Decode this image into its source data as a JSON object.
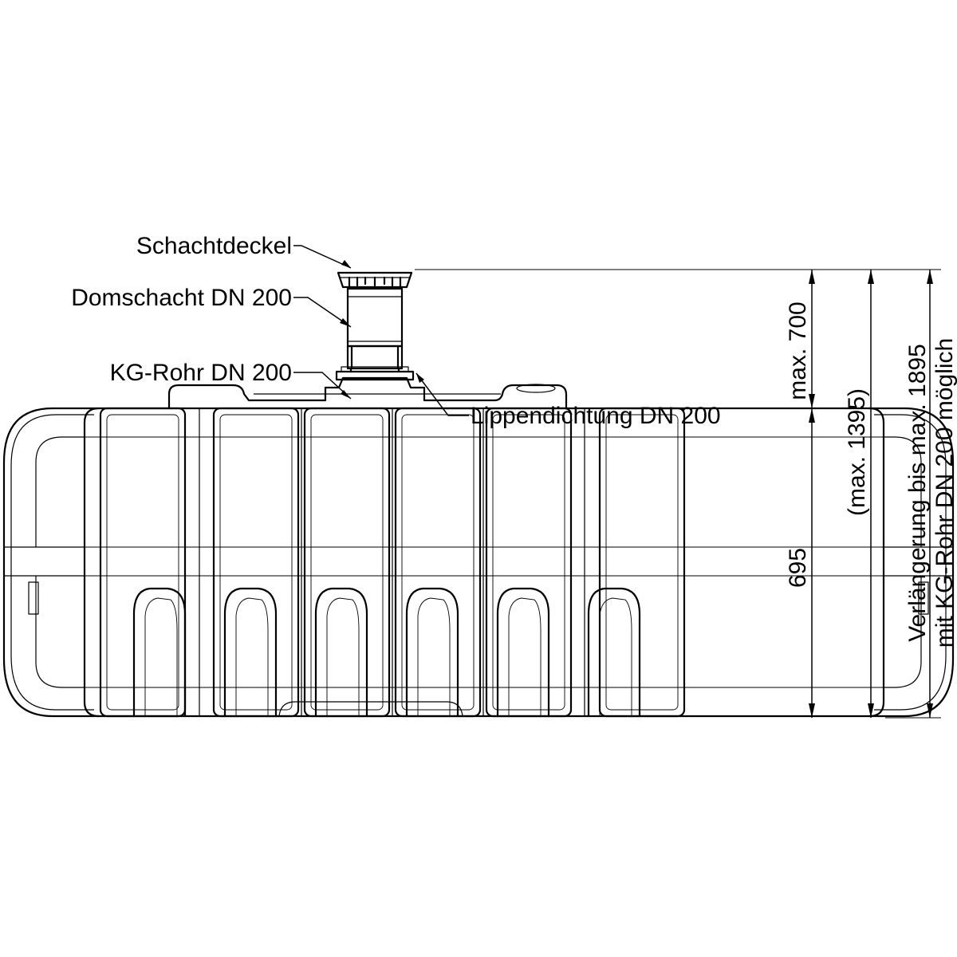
{
  "labels": {
    "cover": "Schachtdeckel",
    "dome_shaft": "Domschacht DN 200",
    "kg_pipe": "KG-Rohr DN 200",
    "lip_seal": "Lippendichtung DN 200"
  },
  "dimensions": {
    "tank_height": "695",
    "shaft_max": "max. 700",
    "total_max": "(max. 1395)",
    "extension_line1": "Verlängerung bis max. 1895",
    "extension_line2": "mit KG-Rohr DN 200 möglich"
  }
}
